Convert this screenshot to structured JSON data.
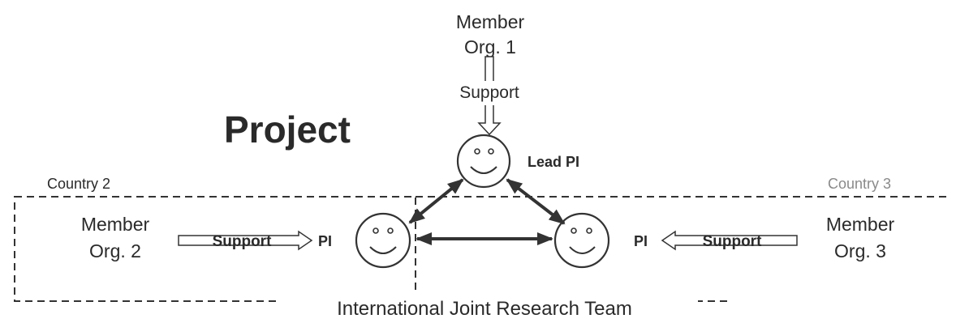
{
  "title": "Project",
  "team_label": "International Joint Research Team",
  "country_labels": [
    "Country 2",
    "Country 3"
  ],
  "support_label": "Support",
  "orgs": {
    "org1": [
      "Member",
      "Org. 1"
    ],
    "org2": [
      "Member",
      "Org. 2"
    ],
    "org3": [
      "Member",
      "Org. 3"
    ]
  },
  "pis": {
    "lead": "Lead PI",
    "left": "PI",
    "right": "PI"
  },
  "colors": {
    "ink": "#2a2a2a",
    "line": "#333333",
    "arrow_fill": "#ffffff"
  },
  "icons": [
    "smiley-face-icon",
    "double-headed-arrow-icon",
    "support-arrow-icon"
  ]
}
